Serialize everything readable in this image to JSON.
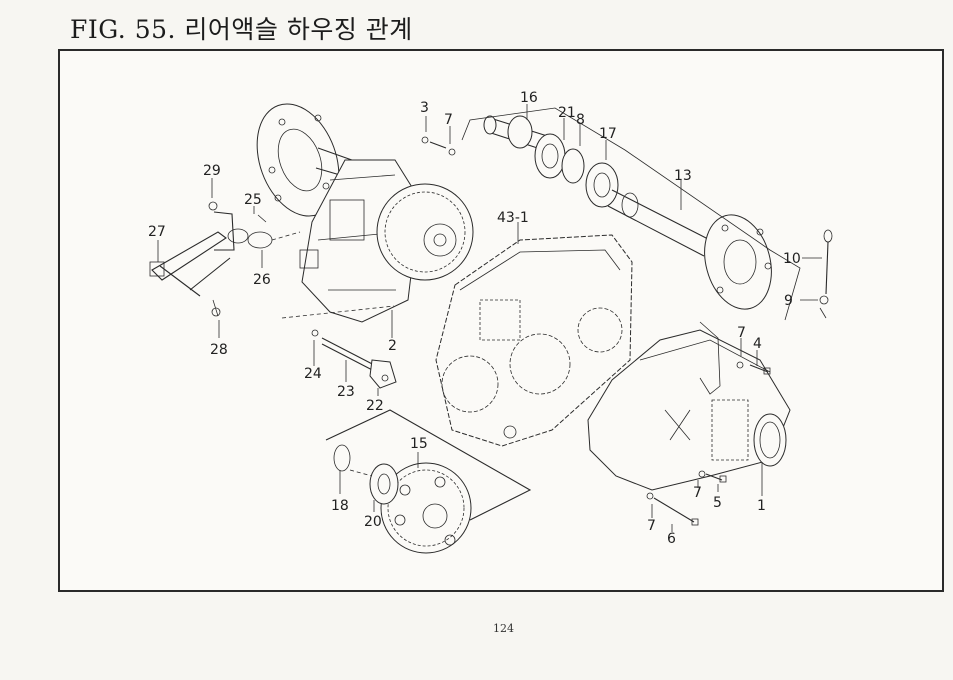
{
  "figure": {
    "title": "FIG. 55. 리어액슬 하우징 관계",
    "page_number": "124"
  },
  "callouts": {
    "p1": "1",
    "p2": "2",
    "p3": "3",
    "p4": "4",
    "p5": "5",
    "p6": "6",
    "p7a": "7",
    "p7b": "7",
    "p7c": "7",
    "p7d": "7",
    "p8": "8",
    "p9": "9",
    "p10": "10",
    "p13": "13",
    "p15": "15",
    "p16": "16",
    "p17": "17",
    "p18": "18",
    "p20": "20",
    "p21": "21",
    "p22": "22",
    "p23": "23",
    "p24": "24",
    "p25": "25",
    "p26": "26",
    "p27": "27",
    "p28": "28",
    "p29": "29",
    "p43_1": "43-1"
  }
}
